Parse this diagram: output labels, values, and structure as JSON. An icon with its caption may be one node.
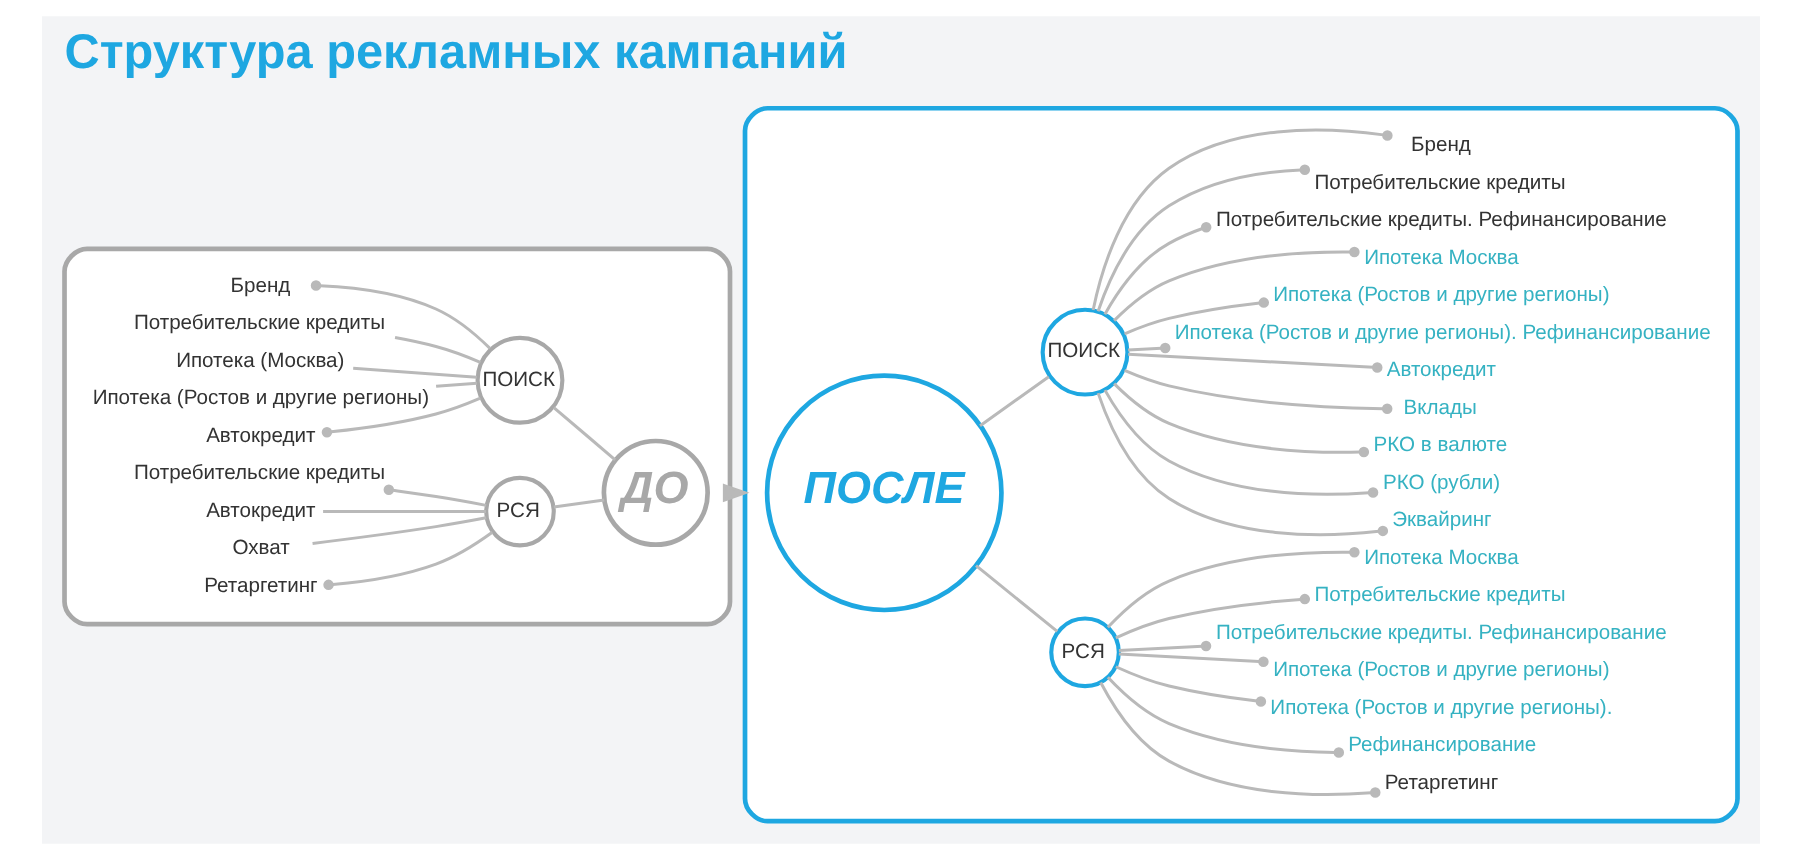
{
  "diagram": {
    "title": "Структура рекламных кампаний",
    "nodes": [
      {
        "text": [],
        "shape": "box"
      },
      {
        "text": [
          "Бренд"
        ],
        "in": 0
      },
      {
        "text": [
          "Потребительские кредиты"
        ],
        "in": 0
      },
      {
        "text": [
          "Ипотека (Москва)"
        ],
        "in": 0
      },
      {
        "text": [
          "ПОИСК"
        ],
        "in": 0
      },
      {
        "text": [
          "Ипотека (Ростов и другие регионы)"
        ],
        "in": 0
      },
      {
        "text": [
          "Автокредит"
        ],
        "in": 0
      },
      {
        "text": [
          "ДО"
        ],
        "in": 0
      },
      {
        "text": [
          "Потребительские кредиты"
        ],
        "in": 0
      },
      {
        "text": [
          "Автокредит"
        ],
        "in": 0
      },
      {
        "text": [
          "РСЯ"
        ],
        "in": 0
      },
      {
        "text": [
          "Охват"
        ],
        "in": 0
      },
      {
        "text": [
          "Ретаргетинг"
        ],
        "in": 0
      },
      {
        "text": [],
        "shape": "box"
      },
      {
        "text": [
          "Бренд"
        ],
        "in": 13
      },
      {
        "text": [
          "Потребительские кредиты"
        ],
        "in": 13
      },
      {
        "text": [
          "Потребительские кредиты. Рефинансирование"
        ],
        "in": 13
      },
      {
        "text": [
          "ПОИСК"
        ],
        "in": 13
      },
      {
        "text": [
          "Ипотека Москва"
        ],
        "in": 13
      },
      {
        "text": [
          "Ипотека (Ростов и другие регионы)"
        ],
        "in": 13
      },
      {
        "text": [
          "Ипотека (Ростов и другие регионы). Рефинансирование"
        ],
        "in": 13
      },
      {
        "text": [
          "Автокредит"
        ],
        "in": 13
      },
      {
        "text": [
          "ПОСЛЕ"
        ],
        "in": 13
      },
      {
        "text": [
          "Вклады"
        ],
        "in": 13
      },
      {
        "text": [
          "РКО в валюте"
        ],
        "in": 13
      },
      {
        "text": [
          "РКО (рубли)"
        ],
        "in": 13
      },
      {
        "text": [
          "Эквайринг"
        ],
        "in": 13
      },
      {
        "text": [
          "РСЯ"
        ],
        "in": 13
      },
      {
        "text": [
          "Ипотека Москва"
        ],
        "in": 13
      },
      {
        "text": [
          "Потребительские кредиты"
        ],
        "in": 13
      },
      {
        "text": [
          "Потребительские кредиты. Рефинансирование"
        ],
        "in": 13
      },
      {
        "text": [
          "Ипотека (Ростов и другие регионы)"
        ],
        "in": 13
      },
      {
        "text": [
          "Ипотека (Ростов и другие регионы)."
        ],
        "in": 13
      },
      {
        "text": [
          "Рефинансирование"
        ],
        "in": 13
      },
      {
        "text": [
          "Ретаргетинг"
        ],
        "in": 13
      }
    ],
    "edges": [
      {
        "from": 1,
        "to": 4,
        "arrow": "other"
      },
      {
        "from": 2,
        "to": 4,
        "arrow": "none"
      },
      {
        "from": 3,
        "to": 4,
        "arrow": "none"
      },
      {
        "from": 5,
        "to": 4,
        "arrow": "none"
      },
      {
        "from": 6,
        "to": 4,
        "arrow": "other"
      },
      {
        "from": 4,
        "to": 7,
        "arrow": "none"
      },
      {
        "from": 10,
        "to": 7,
        "arrow": "none"
      },
      {
        "from": 8,
        "to": 10,
        "arrow": "other"
      },
      {
        "from": 9,
        "to": 10,
        "arrow": "none"
      },
      {
        "from": 11,
        "to": 10,
        "arrow": "none"
      },
      {
        "from": 12,
        "to": 10,
        "arrow": "other"
      },
      {
        "from": 0,
        "to": 13,
        "arrow": "to"
      },
      {
        "from": 22,
        "to": 17,
        "arrow": "none"
      },
      {
        "from": 22,
        "to": 27,
        "arrow": "none"
      },
      {
        "from": 17,
        "to": 14,
        "arrow": "other"
      },
      {
        "from": 17,
        "to": 15,
        "arrow": "other"
      },
      {
        "from": 17,
        "to": 16,
        "arrow": "other"
      },
      {
        "from": 17,
        "to": 18,
        "arrow": "other"
      },
      {
        "from": 17,
        "to": 19,
        "arrow": "other"
      },
      {
        "from": 17,
        "to": 20,
        "arrow": "other"
      },
      {
        "from": 17,
        "to": 21,
        "arrow": "other"
      },
      {
        "from": 17,
        "to": 23,
        "arrow": "other"
      },
      {
        "from": 17,
        "to": 24,
        "arrow": "other"
      },
      {
        "from": 17,
        "to": 25,
        "arrow": "other"
      },
      {
        "from": 17,
        "to": 26,
        "arrow": "other"
      },
      {
        "from": 27,
        "to": 28,
        "arrow": "other"
      },
      {
        "from": 27,
        "to": 29,
        "arrow": "other"
      },
      {
        "from": 27,
        "to": 30,
        "arrow": "other"
      },
      {
        "from": 27,
        "to": 31,
        "arrow": "other"
      },
      {
        "from": 27,
        "to": 32,
        "arrow": "other"
      },
      {
        "from": 27,
        "to": 33,
        "arrow": "other"
      },
      {
        "from": 27,
        "to": 34,
        "arrow": "other"
      }
    ]
  }
}
